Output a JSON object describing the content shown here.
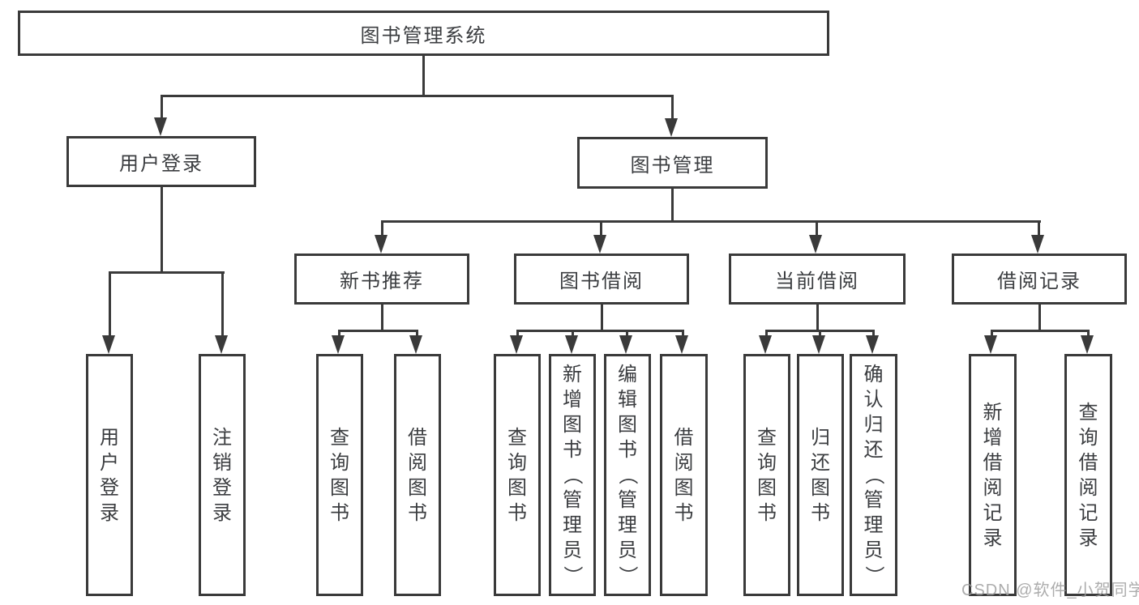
{
  "diagram": {
    "tree": {
      "label": "图书管理系统",
      "children": [
        {
          "label": "用户登录",
          "children": [
            {
              "label": "用户登录"
            },
            {
              "label": "注销登录"
            }
          ]
        },
        {
          "label": "图书管理",
          "children": [
            {
              "label": "新书推荐",
              "children": [
                {
                  "label": "查询图书"
                },
                {
                  "label": "借阅图书"
                }
              ]
            },
            {
              "label": "图书借阅",
              "children": [
                {
                  "label": "查询图书"
                },
                {
                  "label": "新增图书（管理员）"
                },
                {
                  "label": "编辑图书（管理员）"
                },
                {
                  "label": "借阅图书"
                }
              ]
            },
            {
              "label": "当前借阅",
              "children": [
                {
                  "label": "查询图书"
                },
                {
                  "label": "归还图书"
                },
                {
                  "label": "确认归还（管理员）"
                }
              ]
            },
            {
              "label": "借阅记录",
              "children": [
                {
                  "label": "新增借阅记录"
                },
                {
                  "label": "查询借阅记录"
                }
              ]
            }
          ]
        }
      ]
    },
    "watermark": "CSDN @软件_小贺同学",
    "colors": {
      "line": "#3a3a3a",
      "text": "#3b3d40",
      "watermark": "#9e9e9e",
      "background": "#ffffff"
    }
  }
}
